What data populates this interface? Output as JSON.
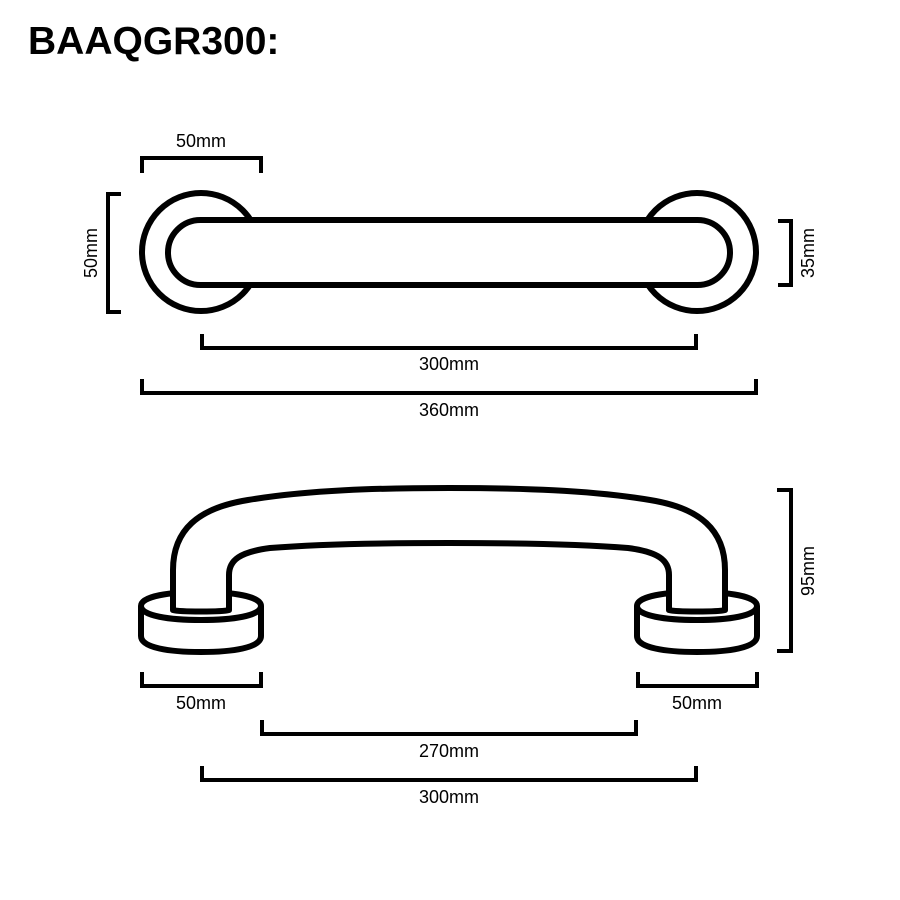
{
  "title": "BAAQGR300:",
  "colors": {
    "line": "#000000",
    "background": "#ffffff"
  },
  "top_view": {
    "dimensions": {
      "rose_diameter_horizontal": "50mm",
      "rose_diameter_vertical": "50mm",
      "bar_diameter": "35mm",
      "centres": "300mm",
      "overall_length": "360mm"
    }
  },
  "side_view": {
    "dimensions": {
      "projection": "95mm",
      "left_rose": "50mm",
      "right_rose": "50mm",
      "clear_span": "270mm",
      "centres": "300mm"
    }
  }
}
